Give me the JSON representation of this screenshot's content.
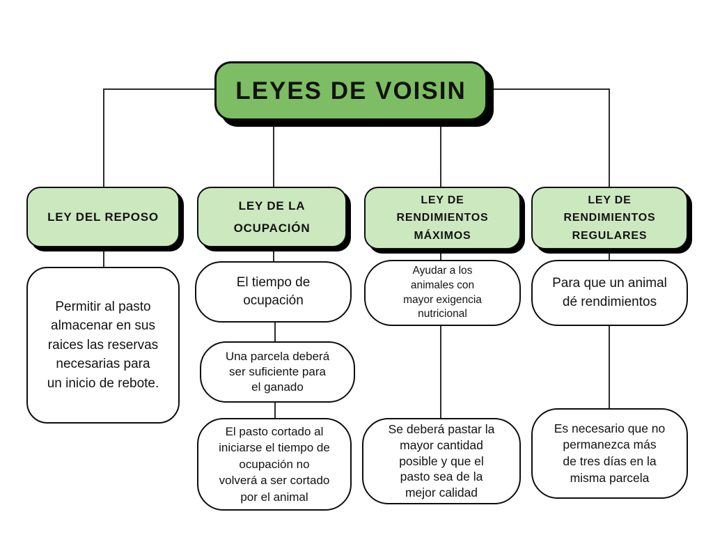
{
  "title": "LEYES DE VOISIN",
  "colors": {
    "title_fill": "#7dbd63",
    "header_fill": "#cce8bf",
    "box_border": "#0d0d0d",
    "connector": "#2b2b2b",
    "text": "#121212",
    "background": "#ffffff"
  },
  "branches": [
    {
      "header": "LEY DEL REPOSO",
      "notes": [
        "Permitir al pasto\nalmacenar en sus\nraices las reservas\nnecesarias para\nun inicio de rebote."
      ]
    },
    {
      "header": "LEY DE LA\nOCUPACIÓN",
      "notes": [
        "El tiempo de\nocupación",
        "Una parcela deberá\nser suficiente para\nel ganado",
        "El pasto cortado al\niniciarse el tiempo de\nocupación no\nvolverá a ser cortado\npor el animal"
      ]
    },
    {
      "header": "LEY DE\nRENDIMIENTOS\nMÁXIMOS",
      "notes": [
        "Ayudar a los\nanimales con\nmayor exigencia\nnutricional",
        "Se deberá pastar la\nmayor cantidad\nposible y que el\npasto sea de la\nmejor calidad"
      ]
    },
    {
      "header": "LEY DE\nRENDIMIENTOS\nREGULARES",
      "notes": [
        "Para que un animal\ndé rendimientos",
        "Es necesario que no\npermanezca más\nde tres días en la\nmisma parcela"
      ]
    }
  ]
}
